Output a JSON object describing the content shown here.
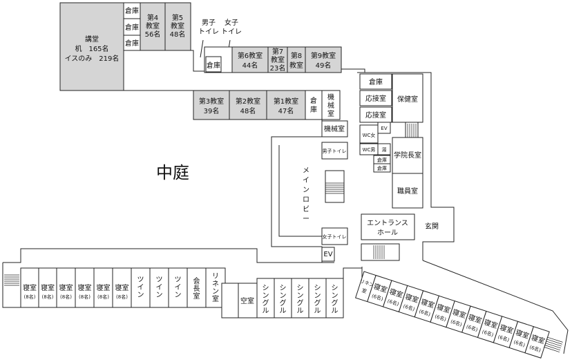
{
  "auditorium": {
    "name": "講堂",
    "desk": "机　165名",
    "chairs": "イスのみ　219名"
  },
  "storage": "倉庫",
  "classrooms": {
    "r4": {
      "name": "第4",
      "name2": "教室",
      "cap": "56名"
    },
    "r5": {
      "name": "第5",
      "name2": "教室",
      "cap": "48名"
    },
    "r6": {
      "name": "第6教室",
      "cap": "44名"
    },
    "r7": {
      "name": "第7",
      "name2": "教室",
      "cap": "23名"
    },
    "r8": {
      "name": "第8",
      "name2": "教室"
    },
    "r9": {
      "name": "第9教室",
      "cap": "49名"
    },
    "r3": {
      "name": "第3教室",
      "cap": "39名"
    },
    "r2": {
      "name": "第2教室",
      "cap": "48名"
    },
    "r1": {
      "name": "第1教室",
      "cap": "47名"
    }
  },
  "toilet_m": {
    "l1": "男子",
    "l2": "トイレ"
  },
  "toilet_f": {
    "l1": "女子",
    "l2": "トイレ"
  },
  "machine_room": "機械室",
  "machine_room_v": "機械室",
  "mens_toilet": "男子トイレ",
  "womens_toilet": "女子トイレ",
  "main_lobby": "メインロビー",
  "courtyard": "中庭",
  "ev": "EV",
  "reception": "応接室",
  "wc_f": "WC女",
  "wc_m": "WC男",
  "hot_water": "湯",
  "health_room": "保健室",
  "dean_room": "学院長室",
  "staff_room": "職員室",
  "entrance_hall": {
    "l1": "エントランス",
    "l2": "ホール"
  },
  "entrance": "玄関",
  "dorm": {
    "bedroom": "寝室",
    "cap8": "(8名)",
    "cap6": "(6名)",
    "twin": "ツイン",
    "meeting": "会長室",
    "linen": "リネン室",
    "linen_a": "リネン",
    "linen_b": "室",
    "vacant": "空室",
    "single": "シングル"
  }
}
